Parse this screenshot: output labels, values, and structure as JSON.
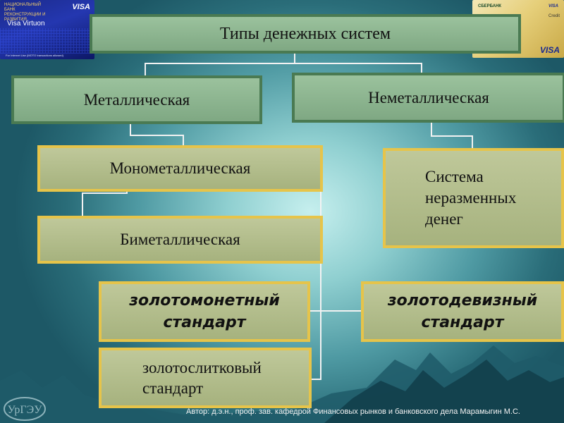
{
  "decor": {
    "left_card": {
      "bank_text": "НАЦИОНАЛЬНЫЙ БАНК РЕКОНСТРУКЦИИ И РАЗВИТИЯ",
      "brand": "VISA",
      "title": "Visa Virtuon",
      "fine_print": "For Internet Use  (MOTO transactions allowed)"
    },
    "right_card": {
      "bank_name": "СБЕРБАНК",
      "brand": "VISA",
      "credit_label": "Credit"
    },
    "logo_text": "УрГЭУ"
  },
  "diagram": {
    "title": "Типы денежных систем",
    "metallic": "Металлическая",
    "non_metallic": "Неметаллическая",
    "monometallic": "Монометаллическая",
    "bimetallic": "Биметаллическая",
    "paper_money": [
      "Система",
      "неразменных",
      "денег"
    ],
    "gold_coin": [
      "золотомонетный",
      "стандарт"
    ],
    "gold_exchange": [
      "золотодевизный",
      "стандарт"
    ],
    "gold_bullion": [
      "золотослитковый",
      "стандарт"
    ]
  },
  "footer": {
    "author": "Автор: д.э.н., проф. зав. кафедрой  Финансовых рынков и банковского дела Марамыгин М.С."
  },
  "colors": {
    "green_border": "#4a7a52",
    "gold_border": "#e6c44a",
    "connector": "#f2f2f2"
  }
}
